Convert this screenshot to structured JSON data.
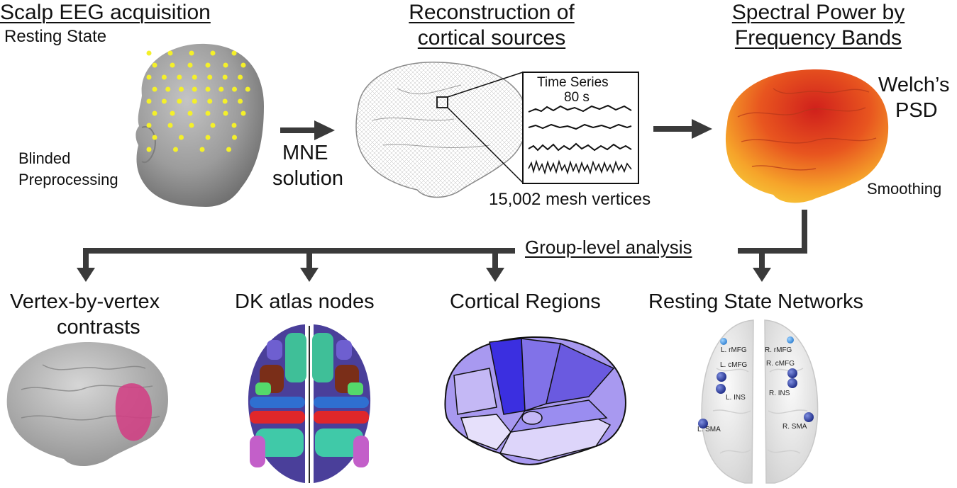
{
  "steps": {
    "acquisition": {
      "title": "Scalp EEG acquisition",
      "subtitle": "Resting State",
      "note_line1": "Blinded",
      "note_line2": "Preprocessing"
    },
    "reconstruction": {
      "title_line1": "Reconstruction of",
      "title_line2": "cortical sources",
      "method_line1": "MNE",
      "method_line2": "solution",
      "inset_title": "Time Series",
      "inset_duration": "80 s",
      "mesh_caption": "15,002 mesh vertices"
    },
    "spectral": {
      "title_line1": "Spectral Power by",
      "title_line2": "Frequency Bands",
      "method_line1": "Welch’s",
      "method_line2": "PSD",
      "post": "Smoothing"
    }
  },
  "group_analysis": "Group-level analysis",
  "outputs": {
    "vertex": {
      "line1": "Vertex-by-vertex",
      "line2": "contrasts"
    },
    "dk": {
      "label": "DK atlas nodes"
    },
    "cortical": {
      "label": "Cortical Regions"
    },
    "rsn": {
      "label": "Resting State Networks",
      "nodes": [
        "L. rMFG",
        "R. rMFG",
        "L. cMFG",
        "R. cMFG",
        "L. INS",
        "R. INS",
        "L. SMA",
        "R. SMA"
      ]
    }
  },
  "colors": {
    "electrode": "#f4f02a",
    "head": "#9a9a9a",
    "arrow": "#3a3a3a",
    "psd_hot": "#d8281e",
    "psd_warm": "#f7b22c",
    "highlight": "#d23c82",
    "node": "#2a3a9c"
  }
}
